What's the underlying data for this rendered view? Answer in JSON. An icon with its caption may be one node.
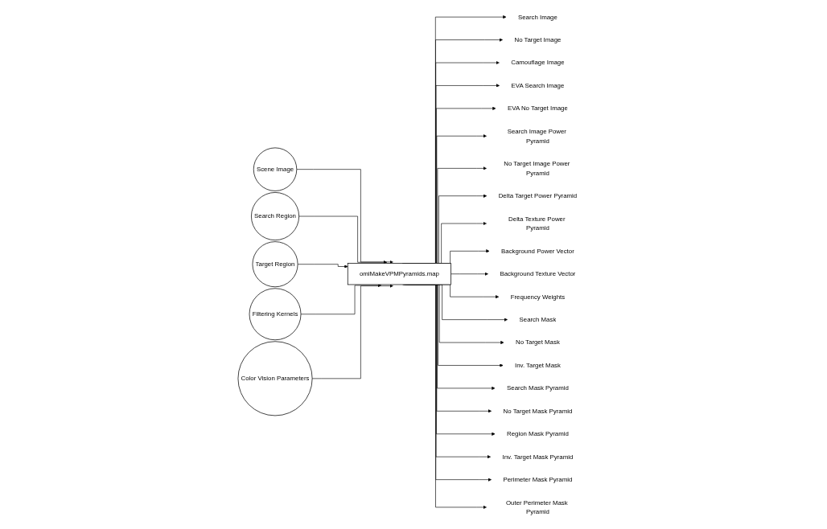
{
  "diagram": {
    "nodes": [
      {
        "text": [
          "Scene Image"
        ]
      },
      {
        "text": [
          "Search Region"
        ]
      },
      {
        "text": [
          "Target Region"
        ]
      },
      {
        "text": [
          "omiMakeVPMPyramids.map"
        ]
      },
      {
        "text": [
          "Filtering Kernels"
        ]
      },
      {
        "text": [
          "Color Vision Parameters"
        ]
      },
      {
        "text": [
          "Search Image"
        ]
      },
      {
        "text": [
          "No Target Image"
        ]
      },
      {
        "text": [
          "Camouflage Image"
        ]
      },
      {
        "text": [
          "EVA Search Image"
        ]
      },
      {
        "text": [
          "EVA No Target Image"
        ]
      },
      {
        "text": [
          "Search Image Power Pyramid"
        ]
      },
      {
        "text": [
          "No Target Image Power Pyramid"
        ]
      },
      {
        "text": [
          "Delta Target Power Pyramid"
        ]
      },
      {
        "text": [
          "Delta Texture Power Pyramid"
        ]
      },
      {
        "text": [
          "Background Power Vector"
        ]
      },
      {
        "text": [
          "Background Texture Vector"
        ]
      },
      {
        "text": [
          "Frequency Weights"
        ]
      },
      {
        "text": [
          "Search Mask"
        ]
      },
      {
        "text": [
          "No Target Mask"
        ]
      },
      {
        "text": [
          "Inv. Target Mask"
        ]
      },
      {
        "text": [
          "Search Mask Pyramid"
        ]
      },
      {
        "text": [
          "No Target Mask Pyramid"
        ]
      },
      {
        "text": [
          "Region Mask Pyramid"
        ]
      },
      {
        "text": [
          "Inv. Target Mask Pyramid"
        ]
      },
      {
        "text": [
          "Perimeter Mask Pyramid"
        ]
      },
      {
        "text": [
          "Outer Perimeter Mask Pyramid"
        ]
      }
    ],
    "edges": [
      {
        "from": 0,
        "to": 3,
        "arrow": "to"
      },
      {
        "from": 1,
        "to": 3,
        "arrow": "to"
      },
      {
        "from": 2,
        "to": 3,
        "arrow": "to"
      },
      {
        "from": 4,
        "to": 3,
        "arrow": "to"
      },
      {
        "from": 5,
        "to": 3,
        "arrow": "to"
      },
      {
        "from": 3,
        "to": 6,
        "arrow": "to"
      },
      {
        "from": 3,
        "to": 7,
        "arrow": "to"
      },
      {
        "from": 3,
        "to": 8,
        "arrow": "to"
      },
      {
        "from": 3,
        "to": 9,
        "arrow": "to"
      },
      {
        "from": 3,
        "to": 10,
        "arrow": "to"
      },
      {
        "from": 3,
        "to": 11,
        "arrow": "to"
      },
      {
        "from": 3,
        "to": 12,
        "arrow": "to"
      },
      {
        "from": 3,
        "to": 13,
        "arrow": "to"
      },
      {
        "from": 3,
        "to": 14,
        "arrow": "to"
      },
      {
        "from": 3,
        "to": 15,
        "arrow": "to"
      },
      {
        "from": 3,
        "to": 16,
        "arrow": "to"
      },
      {
        "from": 3,
        "to": 17,
        "arrow": "to"
      },
      {
        "from": 3,
        "to": 18,
        "arrow": "to"
      },
      {
        "from": 3,
        "to": 19,
        "arrow": "to"
      },
      {
        "from": 3,
        "to": 20,
        "arrow": "to"
      },
      {
        "from": 3,
        "to": 21,
        "arrow": "to"
      },
      {
        "from": 3,
        "to": 22,
        "arrow": "to"
      },
      {
        "from": 3,
        "to": 23,
        "arrow": "to"
      },
      {
        "from": 3,
        "to": 24,
        "arrow": "to"
      },
      {
        "from": 3,
        "to": 25,
        "arrow": "to"
      },
      {
        "from": 3,
        "to": 26,
        "arrow": "to"
      }
    ]
  }
}
